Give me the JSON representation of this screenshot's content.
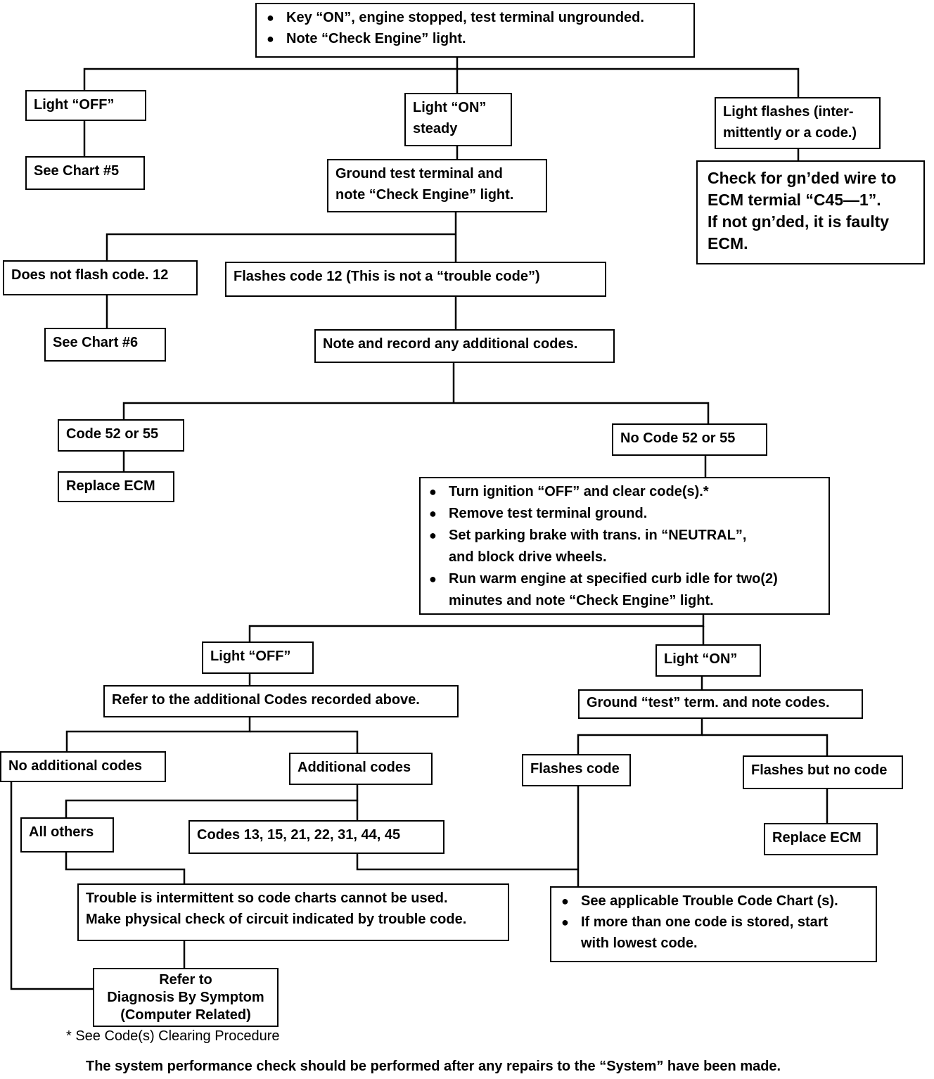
{
  "flowchart": {
    "start": {
      "bullets": [
        "Key “ON”, engine stopped, test terminal ungrounded.",
        "Note “Check Engine” light."
      ]
    },
    "light_off_1": "Light “OFF”",
    "see_chart_5": "See Chart #5",
    "light_on_steady": [
      "Light “ON”",
      "steady"
    ],
    "light_flashes": [
      "Light flashes (inter-",
      "mittently or a code.)"
    ],
    "check_ground": [
      "Check for gn’ded wire to",
      "ECM termial “C45—1”.",
      "If not gn’ded, it is faulty",
      "ECM."
    ],
    "ground_test": [
      "Ground test terminal and",
      "note “Check Engine” light."
    ],
    "no_flash_12": "Does not flash code. 12",
    "flashes_12": "Flashes code 12 (This is not a “trouble code”)",
    "see_chart_6": "See Chart #6",
    "note_record": "Note and record any additional codes.",
    "code_52_55": "Code 52 or 55",
    "no_code_52_55": "No Code 52 or 55",
    "replace_ecm_1": "Replace ECM",
    "procedure": {
      "bullets": [
        "Turn ignition “OFF” and clear code(s).*",
        "Remove test terminal ground.",
        "Set parking brake with trans. in “NEUTRAL”,\nand block drive wheels.",
        "Run warm engine at specified curb idle for two(2)\nminutes and note “Check Engine” light."
      ]
    },
    "light_off_2": "Light “OFF”",
    "light_on_2": "Light “ON”",
    "refer_additional": "Refer to the additional Codes recorded above.",
    "ground_test_term": "Ground “test” term. and note codes.",
    "no_additional": "No additional codes",
    "additional_codes": "Additional codes",
    "flashes_code": "Flashes code",
    "flashes_no_code": "Flashes but no code",
    "all_others": "All others",
    "codes_list": "Codes 13, 15, 21, 22, 31, 44, 45",
    "replace_ecm_2": "Replace ECM",
    "intermittent": [
      "Trouble is intermittent so code charts cannot be used.",
      "Make physical check of circuit indicated by trouble code."
    ],
    "see_applicable": {
      "bullets": [
        "See applicable Trouble Code Chart (s).",
        "If more than one code is stored, start\nwith lowest code."
      ]
    },
    "refer_diagnosis": [
      "Refer to",
      "Diagnosis By Symptom",
      "(Computer Related)"
    ]
  },
  "footnote": "* See Code(s) Clearing Procedure",
  "footer": "The system performance check should be performed after any repairs to the “System” have been made."
}
